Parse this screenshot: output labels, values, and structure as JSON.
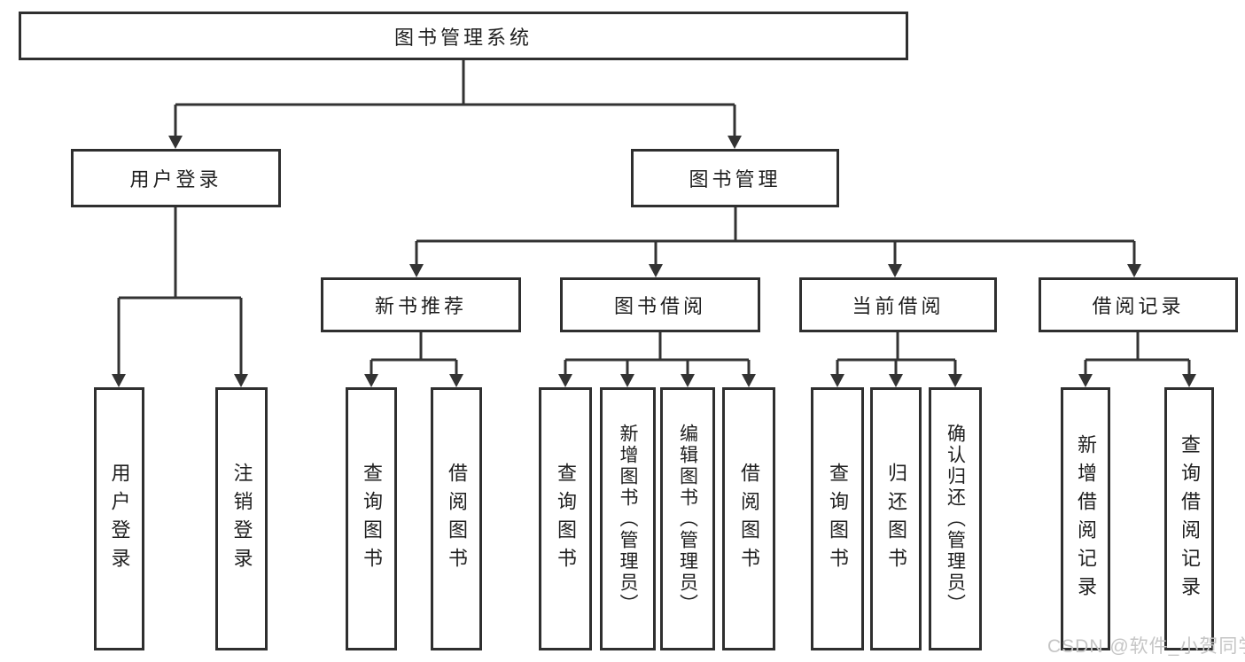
{
  "colors": {
    "line": "#333333",
    "border": "#2f2f2f",
    "text": "#1f1f1f",
    "watermark": "#c5c5c5",
    "background": "#ffffff"
  },
  "nodes": {
    "root": {
      "label": "图书管理系统"
    },
    "user_login": {
      "label": "用户登录"
    },
    "book_mgmt": {
      "label": "图书管理"
    },
    "new_book": {
      "label": "新书推荐"
    },
    "book_borrow": {
      "label": "图书借阅"
    },
    "current_borrow": {
      "label": "当前借阅"
    },
    "borrow_records": {
      "label": "借阅记录"
    }
  },
  "leaves": {
    "user_login": [
      "用户登录",
      "注销登录"
    ],
    "new_book": [
      "查询图书",
      "借阅图书"
    ],
    "book_borrow": [
      "查询图书",
      "新增图书（管理员）",
      "编辑图书（管理员）",
      "借阅图书"
    ],
    "current_borrow": [
      "查询图书",
      "归还图书",
      "确认归还（管理员）"
    ],
    "borrow_records": [
      "新增借阅记录",
      "查询借阅记录"
    ]
  },
  "watermark": {
    "text": "CSDN @软件_小贺同学"
  }
}
